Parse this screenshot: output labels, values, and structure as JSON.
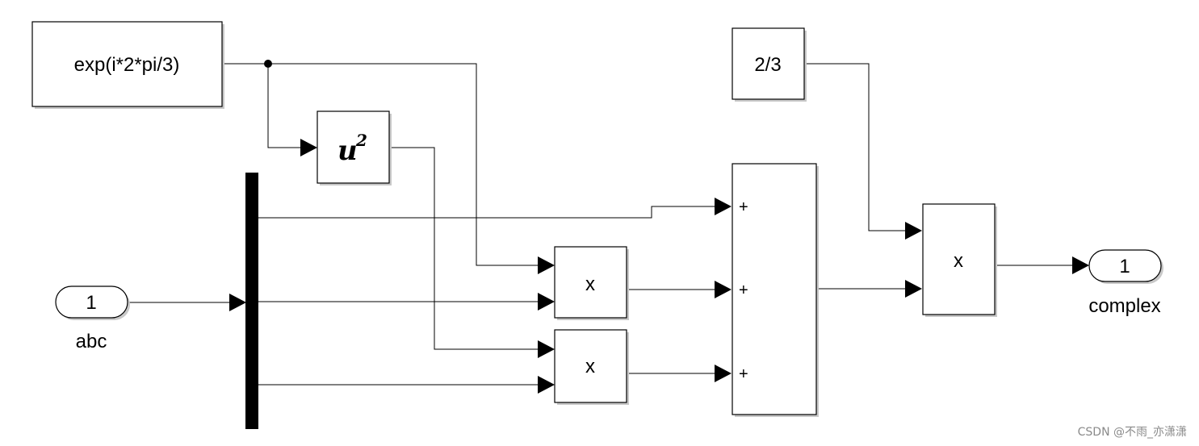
{
  "blocks": {
    "exp_constant": {
      "text": "exp(i*2*pi/3)"
    },
    "square": {
      "base": "u",
      "exponent": "2"
    },
    "gain_constant": {
      "text": "2/3"
    },
    "product_top": {
      "text": "x"
    },
    "product_bottom": {
      "text": "x"
    },
    "product_out": {
      "text": "x"
    },
    "sum": {
      "signs": [
        "+",
        "+",
        "+"
      ]
    }
  },
  "ports": {
    "inport": {
      "number": "1",
      "label": "abc"
    },
    "outport": {
      "number": "1",
      "label": "complex"
    }
  },
  "watermark": "CSDN @不雨_亦潇潇"
}
